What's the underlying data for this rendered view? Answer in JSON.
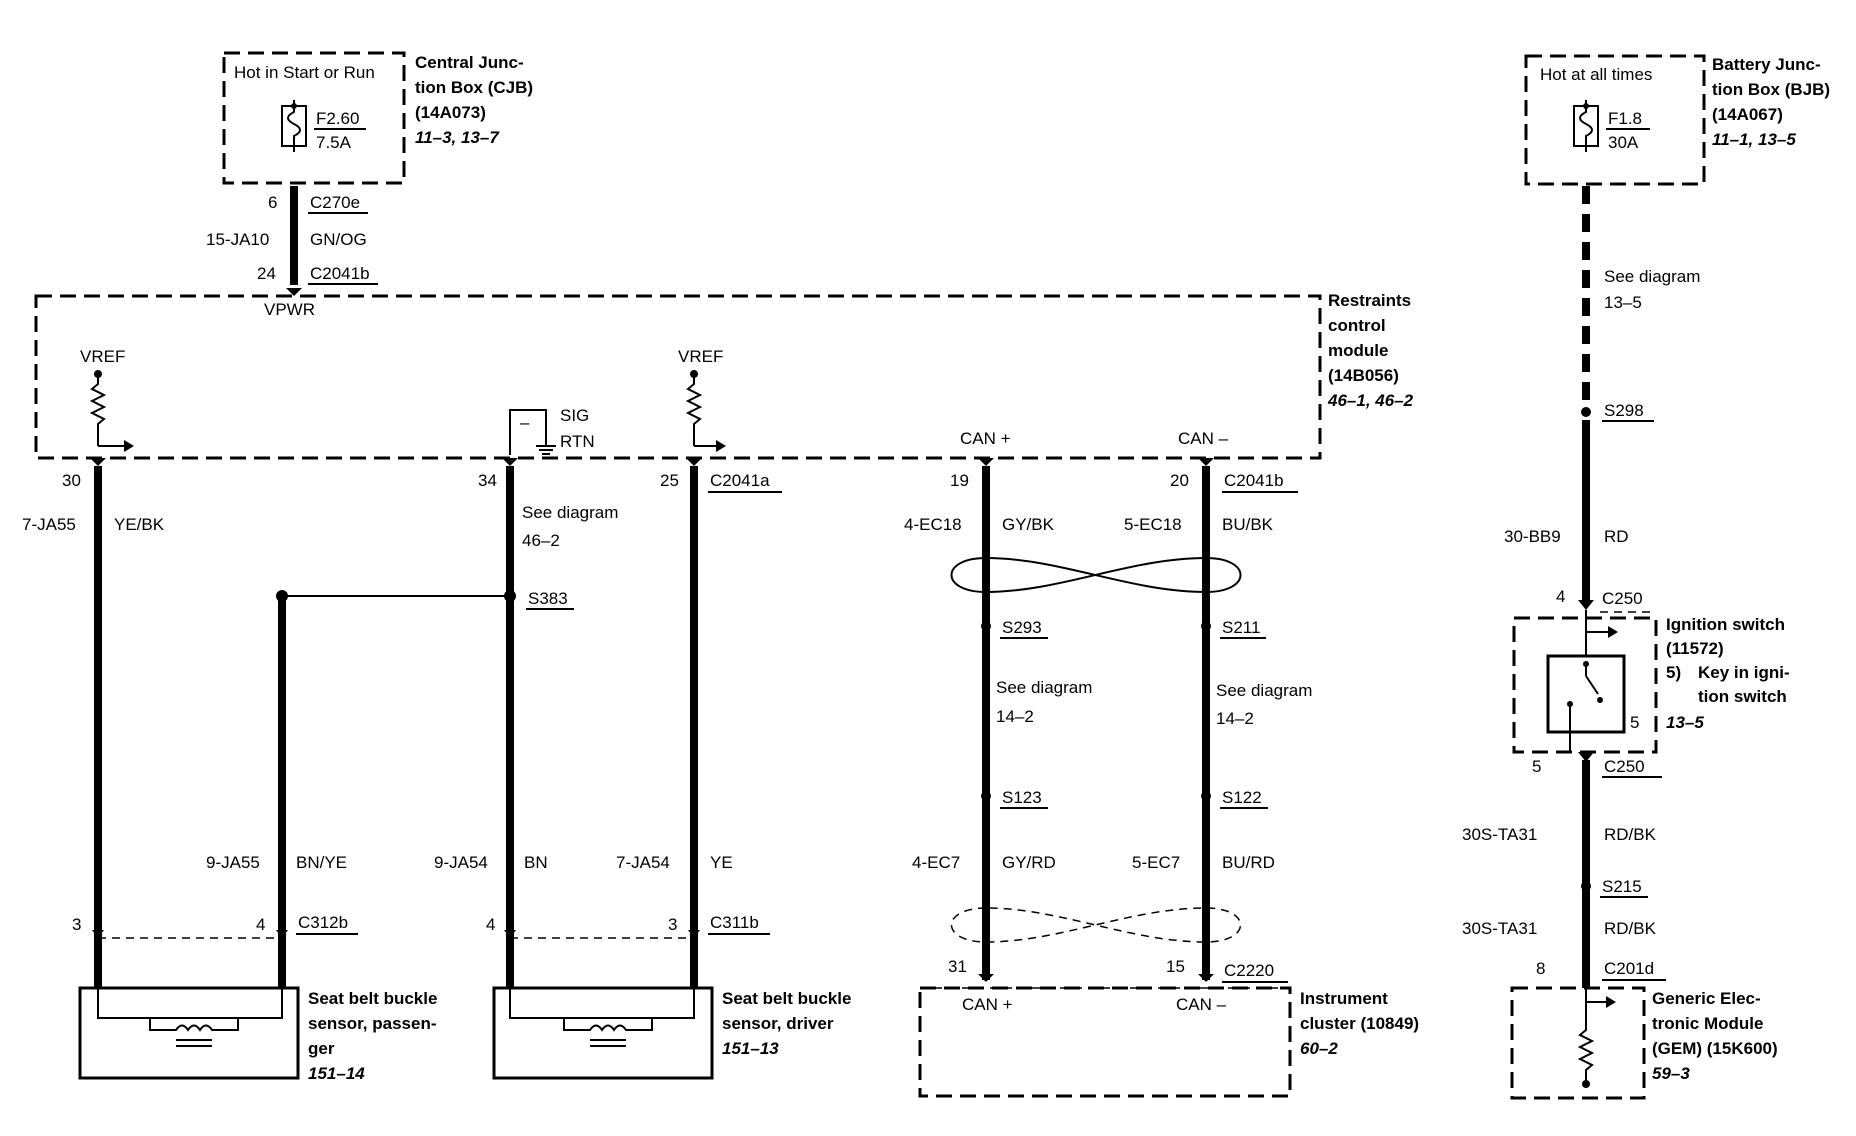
{
  "cjb": {
    "box_label": "Hot in Start or Run",
    "fuse_id": "F2.60",
    "fuse_rating": "7.5A",
    "title_1": "Central Junc-",
    "title_2": "tion Box (CJB)",
    "part": "(14A073)",
    "refs": "11–3, 13–7",
    "pin_top": "6",
    "conn_top": "C270e",
    "circuit": "15-JA10",
    "color": "GN/OG",
    "pin_bottom": "24",
    "conn_bottom": "C2041b"
  },
  "bjb": {
    "box_label": "Hot at all times",
    "fuse_id": "F1.8",
    "fuse_rating": "30A",
    "title_1": "Battery Junc-",
    "title_2": "tion Box (BJB)",
    "part": "(14A067)",
    "refs": "11–1, 13–5",
    "see_1": "See diagram",
    "see_2": "13–5",
    "splice": "S298",
    "circuit": "30-BB9",
    "color": "RD"
  },
  "rcm": {
    "vpwr": "VPWR",
    "title_1": "Restraints",
    "title_2": "control",
    "title_3": "module",
    "part": "(14B056)",
    "refs": "46–1, 46–2",
    "vref_left": "VREF",
    "vref_right": "VREF",
    "sig": "SIG",
    "rtn": "RTN",
    "minus": "–",
    "can_plus": "CAN +",
    "can_minus": "CAN –",
    "pin_30": "30",
    "pin_34": "34",
    "pin_25": "25",
    "conn_a": "C2041a",
    "pin_19": "19",
    "pin_20": "20",
    "conn_b": "C2041b"
  },
  "wires": {
    "w30_circuit": "7-JA55",
    "w30_color": "YE/BK",
    "w34_see_1": "See diagram",
    "w34_see_2": "46–2",
    "splice_s383": "S383",
    "w9ja55_circuit": "9-JA55",
    "w9ja55_color": "BN/YE",
    "w9ja54_circuit": "9-JA54",
    "w9ja54_color": "BN",
    "w7ja54_circuit": "7-JA54",
    "w7ja54_color": "YE",
    "pin_3a": "3",
    "pin_4a": "4",
    "conn_c312b": "C312b",
    "pin_4b": "4",
    "pin_3b": "3",
    "conn_c311b": "C311b"
  },
  "can": {
    "ec18_circuit": "4-EC18",
    "ec18_color": "GY/BK",
    "ec18m_circuit": "5-EC18",
    "ec18m_color": "BU/BK",
    "s293": "S293",
    "s211": "S211",
    "see_left_1": "See diagram",
    "see_left_2": "14–2",
    "see_right_1": "See diagram",
    "see_right_2": "14–2",
    "s123": "S123",
    "s122": "S122",
    "ec7_circuit": "4-EC7",
    "ec7_color": "GY/RD",
    "ec7m_circuit": "5-EC7",
    "ec7m_color": "BU/RD",
    "pin_31": "31",
    "pin_15": "15",
    "conn_c2220": "C2220"
  },
  "cluster": {
    "can_plus": "CAN +",
    "can_minus": "CAN –",
    "title_1": "Instrument",
    "title_2": "cluster (10849)",
    "refs": "60–2"
  },
  "sensor_pass": {
    "title_1": "Seat belt buckle",
    "title_2": "sensor, passen-",
    "title_3": "ger",
    "refs": "151–14"
  },
  "sensor_drv": {
    "title_1": "Seat belt buckle",
    "title_2": "sensor, driver",
    "refs": "151–13"
  },
  "ign": {
    "pin_4": "4",
    "conn_top": "C250",
    "title_1": "Ignition switch",
    "title_2": "(11572)",
    "note_num": "5)",
    "note_1": "Key in igni-",
    "note_2": "tion switch",
    "refs": "13–5",
    "pos_5": "5",
    "pin_5": "5",
    "conn_bottom": "C250",
    "circuit_1": "30S-TA31",
    "color_1": "RD/BK",
    "splice": "S215",
    "circuit_2": "30S-TA31",
    "color_2": "RD/BK",
    "pin_8": "8",
    "conn_c201d": "C201d"
  },
  "gem": {
    "title_1": "Generic Elec-",
    "title_2": "tronic Module",
    "title_3": "(GEM) (15K600)",
    "refs": "59–3"
  }
}
